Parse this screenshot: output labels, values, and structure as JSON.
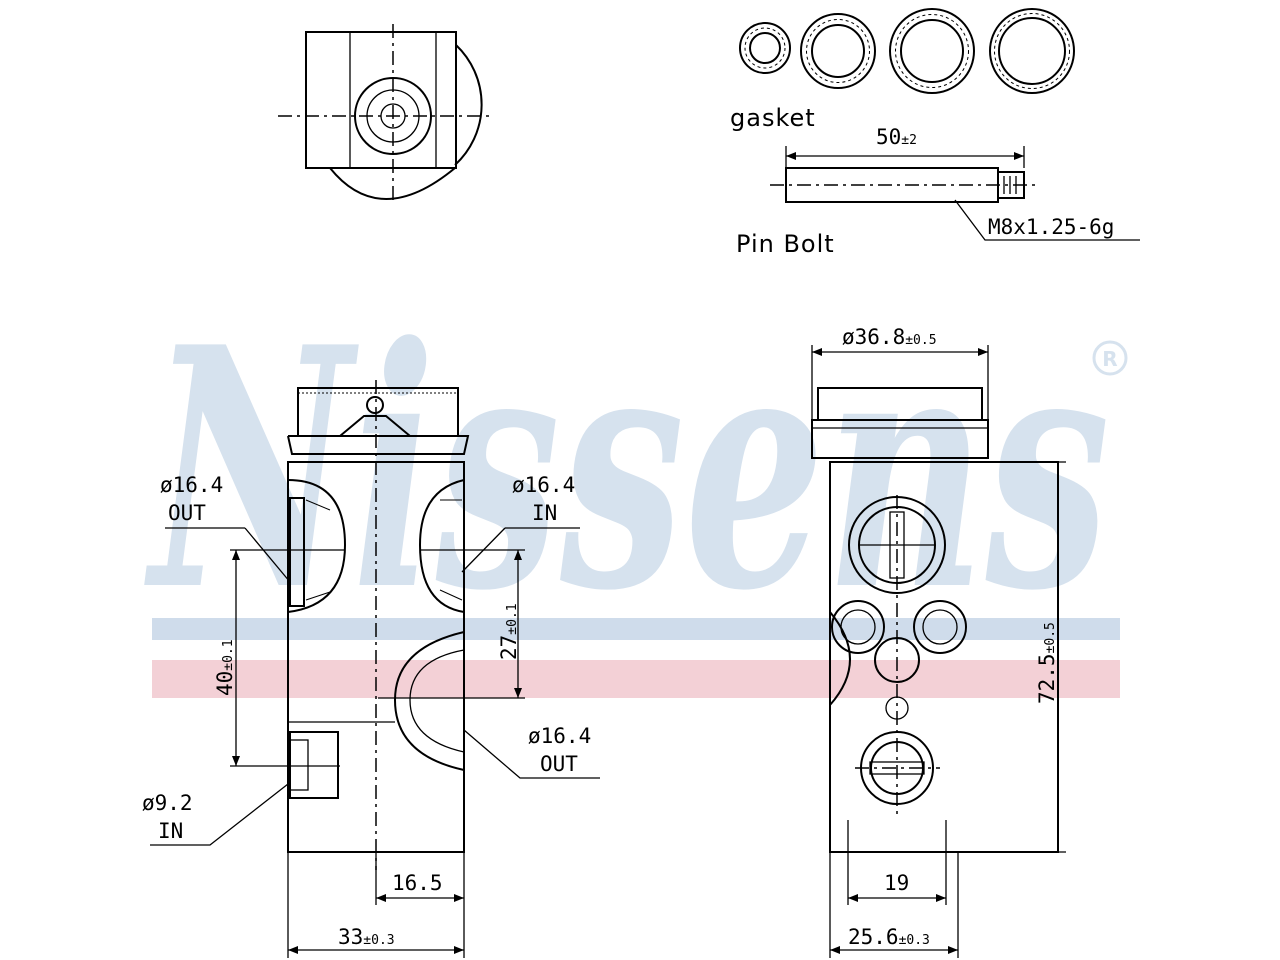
{
  "brand": {
    "watermark": "Nissens",
    "registered": "®",
    "stripe_blue": "#cfdceb",
    "stripe_red": "#f3d0d6",
    "watermark_color": "#d6e2ee"
  },
  "top_parts": {
    "gasket_label": "gasket",
    "pin_length": "50",
    "pin_length_tol": "±2",
    "thread_spec": "M8x1.25-6g",
    "pin_bolt_label": "Pin  Bolt"
  },
  "side_view": {
    "port_left_top_dia": "ø16.4",
    "port_left_top_dir": "OUT",
    "port_right_top_dia": "ø16.4",
    "port_right_top_dir": "IN",
    "port_right_low_dia": "ø16.4",
    "port_right_low_dir": "OUT",
    "port_left_low_dia": "ø9.2",
    "port_left_low_dir": "IN",
    "dim_40": "40",
    "dim_40_tol": "±0.1",
    "dim_27": "27",
    "dim_27_tol": "±0.1",
    "dim_16_5": "16.5",
    "dim_33": "33",
    "dim_33_tol": "±0.3"
  },
  "front_view": {
    "cap_dia": "ø36.8",
    "cap_dia_tol": "±0.5",
    "height": "72.5",
    "height_tol": "±0.5",
    "dim_19": "19",
    "width": "25.6",
    "width_tol": "±0.3"
  }
}
